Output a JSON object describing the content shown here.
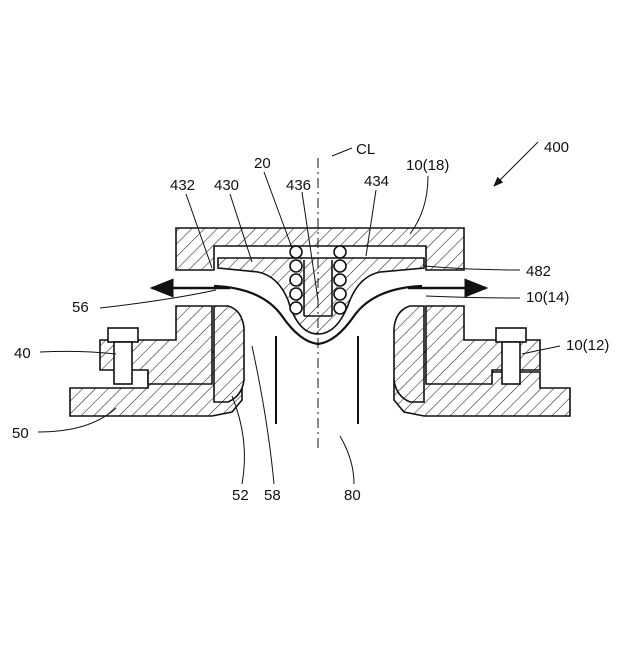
{
  "figure": {
    "ref": "400",
    "centerline": "CL",
    "labels": {
      "l20": "20",
      "l10_18": "10(18)",
      "l432": "432",
      "l430": "430",
      "l436": "436",
      "l434": "434",
      "l482": "482",
      "l56": "56",
      "l10_14": "10(14)",
      "l40": "40",
      "l10_12": "10(12)",
      "l50": "50",
      "l52": "52",
      "l58": "58",
      "l80": "80"
    }
  }
}
